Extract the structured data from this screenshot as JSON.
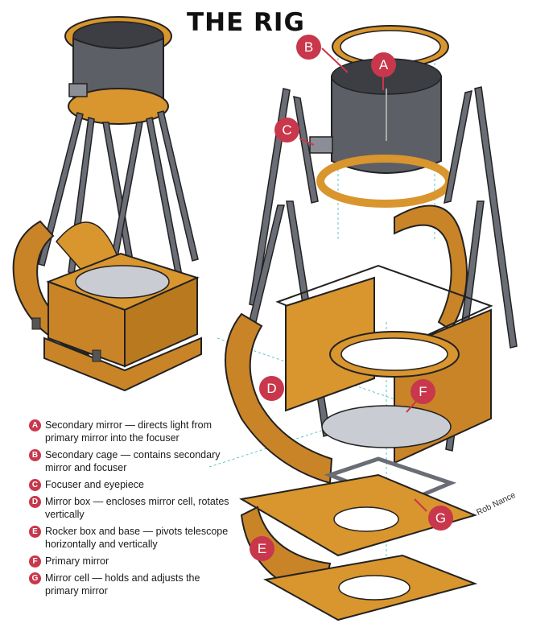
{
  "title": "THE RIG",
  "credit": "Rob Nance",
  "colors": {
    "wood": "#d9952e",
    "wood_dark": "#b97a1f",
    "metal": "#5d5f66",
    "metal_light": "#8b8e96",
    "accent": "#c8374b",
    "mirror": "#c9ccd2"
  },
  "callouts": [
    {
      "letter": "A"
    },
    {
      "letter": "B"
    },
    {
      "letter": "C"
    },
    {
      "letter": "D"
    },
    {
      "letter": "E"
    },
    {
      "letter": "F"
    },
    {
      "letter": "G"
    }
  ],
  "legend": [
    {
      "letter": "A",
      "text": "Secondary mirror — directs light from primary mirror into the focuser"
    },
    {
      "letter": "B",
      "text": "Secondary cage — contains secondary mirror and focuser"
    },
    {
      "letter": "C",
      "text": "Focuser and eyepiece"
    },
    {
      "letter": "D",
      "text": "Mirror box — encloses mirror cell, rotates vertically"
    },
    {
      "letter": "E",
      "text": "Rocker box and base — pivots telescope horizontally and vertically"
    },
    {
      "letter": "F",
      "text": "Primary mirror"
    },
    {
      "letter": "G",
      "text": "Mirror cell — holds and adjusts the primary mirror"
    }
  ]
}
